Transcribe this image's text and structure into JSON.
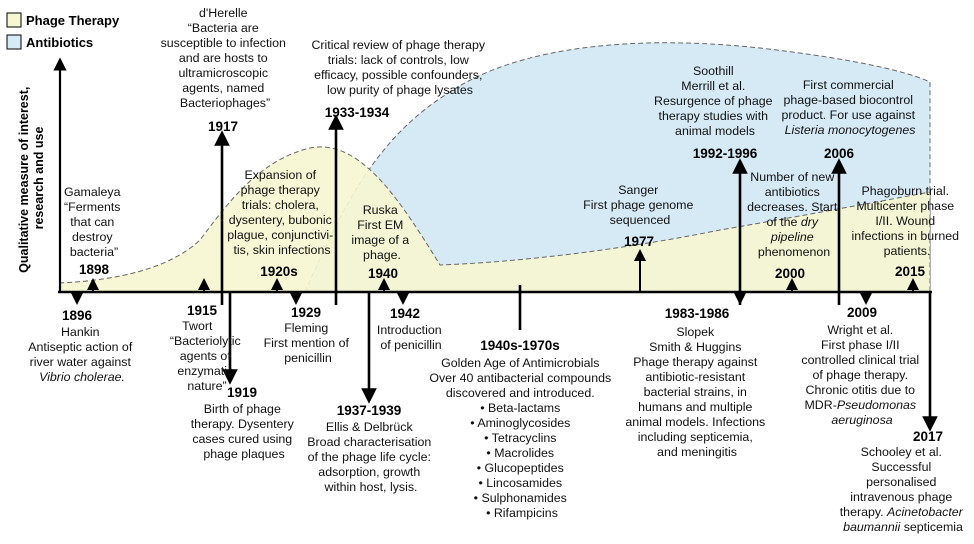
{
  "legend": {
    "phage": {
      "label": "Phage Therapy",
      "color": "#f6f6d0"
    },
    "antibiotics": {
      "label": "Antibiotics",
      "color": "#d6eaf6"
    }
  },
  "y_axis_label": [
    "Qualitative measure of interest,",
    "research and use"
  ],
  "events": {
    "e1896": {
      "year": "1896",
      "lines": [
        "Hankin",
        "Antiseptic action of",
        "river water against",
        "Vibrio cholerae."
      ]
    },
    "e1898": {
      "year": "1898",
      "lines": [
        "Gamaleya",
        "“Ferments",
        "that can",
        "destroy",
        "bacteria”"
      ]
    },
    "e1915": {
      "year": "1915",
      "lines": [
        "Twort",
        "“Bacteriolytic",
        "agents of",
        "enzymatic",
        "nature”"
      ]
    },
    "e1917": {
      "year": "1917",
      "lines": [
        "d'Herelle",
        "“Bacteria are",
        "susceptible to infection",
        "and are hosts to",
        "ultramicroscopic",
        "agents, named",
        "Bacteriophages”"
      ]
    },
    "e1919": {
      "year": "1919",
      "lines": [
        "Birth of phage",
        "therapy. Dysentery",
        "cases cured using",
        "phage plaques"
      ]
    },
    "e1920s": {
      "year": "1920s",
      "lines": [
        "Expansion of",
        "phage therapy",
        "trials: cholera,",
        "dysentery, bubonic",
        "plague, conjunctivi-",
        "tis, skin infections"
      ]
    },
    "e1929": {
      "year": "1929",
      "lines": [
        "Fleming",
        "First mention of",
        "penicillin"
      ]
    },
    "e1933": {
      "year": "1933-1934",
      "lines": [
        "Critical review of phage therapy",
        "trials: lack of controls, low",
        "efficacy, possible confounders,",
        "low purity of phage lysates"
      ]
    },
    "e1937": {
      "year": "1937-1939",
      "lines": [
        "Ellis & Delbrück",
        "Broad characterisation",
        "of the phage life cycle:",
        "adsorption, growth",
        "within host, lysis."
      ]
    },
    "e1940": {
      "year": "1940",
      "lines": [
        "Ruska",
        "First EM",
        "image of a",
        "phage."
      ]
    },
    "e1942": {
      "year": "1942",
      "lines": [
        "Introduction",
        "of penicillin"
      ]
    },
    "e1940s": {
      "year": "1940s-1970s",
      "lines": [
        "Golden Age of Antimicrobials",
        "Over 40 antibacterial compounds",
        "discovered and introduced.",
        "• Beta-lactams",
        "• Aminoglycosides",
        "• Tetracyclins",
        "• Macrolides",
        "• Glucopeptides",
        "• Lincosamides",
        "• Sulphonamides",
        "• Rifampicins"
      ]
    },
    "e1977": {
      "year": "1977",
      "lines": [
        "Sanger",
        "First phage genome",
        "sequenced"
      ]
    },
    "e1983": {
      "year": "1983-1986",
      "lines": [
        "Slopek",
        "Smith & Huggins",
        "Phage therapy against",
        "antibiotic-resistant",
        "bacterial strains, in",
        "humans and multiple",
        "animal models. Infections",
        "including septicemia,",
        "and meningitis"
      ]
    },
    "e1992": {
      "year": "1992-1996",
      "lines": [
        "Soothill",
        "Merrill et al.",
        "Resurgence of phage",
        "therapy studies with",
        "animal models"
      ]
    },
    "e2000": {
      "year": "2000",
      "l1": "Number of new",
      "l2": "antibiotics",
      "l3": "decreases. Start",
      "l4a": "of the ",
      "l4b": "dry",
      "l5": "pipeline",
      "l6": "phenomenon"
    },
    "e2006": {
      "year": "2006",
      "lines": [
        "First commercial",
        "phage-based biocontrol",
        "product. For use against",
        "Listeria monocytogenes"
      ]
    },
    "e2009": {
      "year": "2009",
      "l1": "Wright et al.",
      "l2": "First phase I/II",
      "l3": "controlled clinical trial",
      "l4": "of phage therapy.",
      "l5": "Chronic otitis due to",
      "l6a": "MDR-",
      "l6b": "Pseudomonas",
      "l7": "aeruginosa"
    },
    "e2015": {
      "year": "2015",
      "lines": [
        "Phagoburn trial.",
        "Multicenter phase",
        "I/II. Wound",
        "infections in burned",
        "patients."
      ]
    },
    "e2017": {
      "year": "2017",
      "l1": "Schooley et al.",
      "l2": "Successful",
      "l3": "personalised",
      "l4": "intravenous phage",
      "l5a": "therapy. ",
      "l5b": "Acinetobacter",
      "l6a": "baumannii",
      "l6b": " septicemia"
    }
  }
}
